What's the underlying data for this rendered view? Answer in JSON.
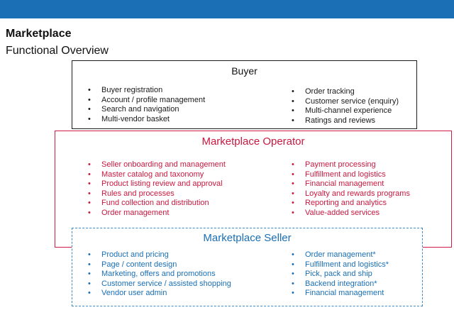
{
  "title": "Marketplace",
  "subtitle": "Functional Overview",
  "colors": {
    "top_bar": "#1a6fb5",
    "buyer": "#1c1c1c",
    "operator": "#c9183f",
    "seller": "#1a6fb5"
  },
  "buyer": {
    "title": "Buyer",
    "left": [
      "Buyer registration",
      "Account / profile management",
      "Search and navigation",
      "Multi-vendor basket"
    ],
    "right": [
      "Order tracking",
      "Customer service (enquiry)",
      "Multi-channel experience",
      "Ratings and reviews"
    ]
  },
  "operator": {
    "title": "Marketplace Operator",
    "left": [
      "Seller onboarding and management",
      "Master catalog and taxonomy",
      "Product listing review and approval",
      "Rules and processes",
      "Fund collection and distribution",
      "Order management"
    ],
    "right": [
      "Payment processing",
      "Fulfillment and logistics",
      "Financial management",
      "Loyalty and rewards programs",
      "Reporting and analytics",
      "Value-added services"
    ]
  },
  "seller": {
    "title": "Marketplace Seller",
    "left": [
      "Product and pricing",
      "Page / content design",
      "Marketing, offers and promotions",
      "Customer service / assisted shopping",
      "Vendor user admin"
    ],
    "right": [
      "Order management*",
      "Fulfillment and logistics*",
      "Pick, pack and ship",
      "Backend integration*",
      "Financial management"
    ]
  }
}
